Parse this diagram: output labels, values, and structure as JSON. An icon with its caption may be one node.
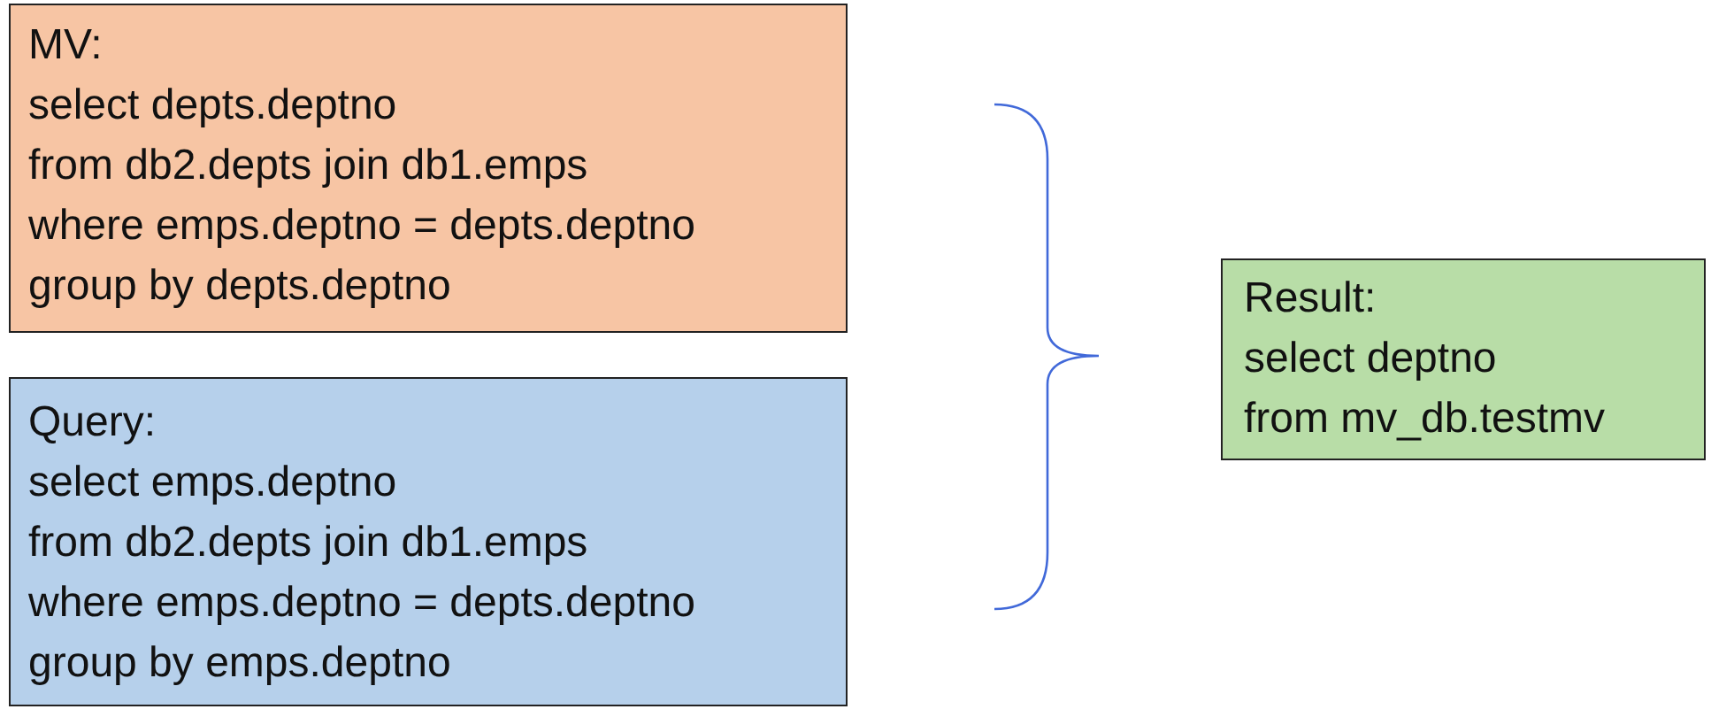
{
  "diagram": {
    "nodes": [
      {
        "text": [
          "MV:",
          "select depts.deptno",
          "from db2.depts join db1.emps",
          "where emps.deptno = depts.deptno",
          "group by depts.deptno"
        ]
      },
      {
        "text": [
          "Query:",
          "select emps.deptno",
          "from db2.depts join db1.emps",
          "where emps.deptno = depts.deptno",
          "group by emps.deptno"
        ]
      },
      {
        "text": [
          "Result:",
          "select deptno",
          "from mv_db.testmv"
        ]
      }
    ]
  }
}
